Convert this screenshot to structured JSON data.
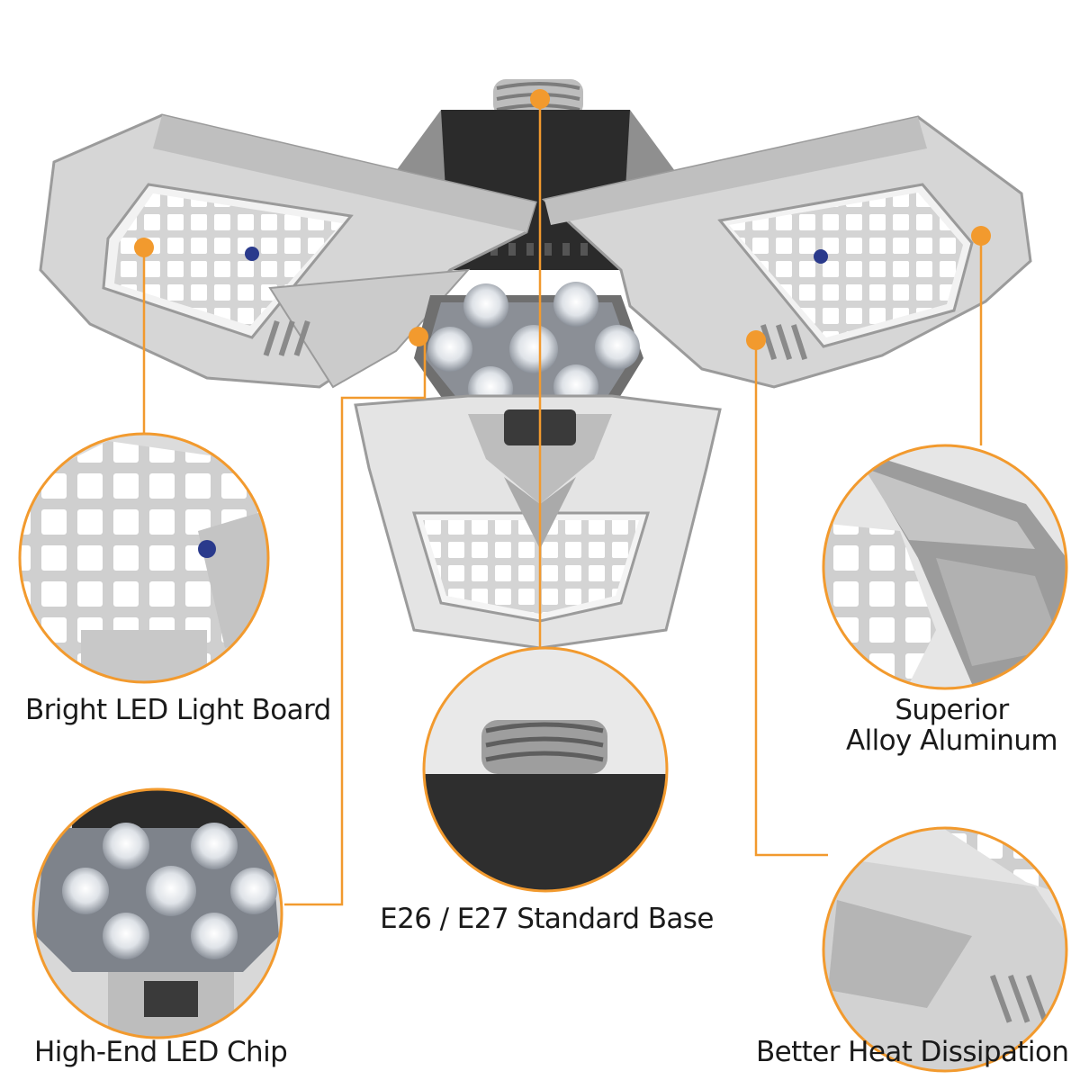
{
  "features": {
    "light_board": "Bright LED Light Board",
    "alloy_line1": "Superior",
    "alloy_line2": "Alloy Aluminum",
    "base": "E26 / E27 Standard Base",
    "chip": "High-End LED Chip",
    "heat": "Better Heat Dissipation"
  },
  "colors": {
    "accent": "#f29a2e",
    "body_silver": "#c9c9c9",
    "body_light": "#e8e8e8",
    "body_dark": "#8d8d8d",
    "black_housing": "#2b2b2b",
    "text": "#1a1a1a"
  }
}
